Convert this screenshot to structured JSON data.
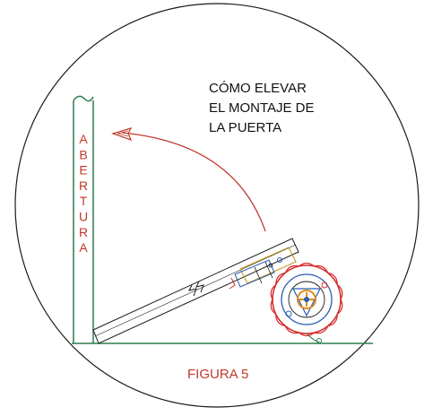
{
  "title_lines": [
    "CÓMO ELEVAR",
    "EL MONTAJE DE",
    "LA PUERTA"
  ],
  "opening_label_letters": [
    "A",
    "B",
    "E",
    "R",
    "T",
    "U",
    "R",
    "A"
  ],
  "figure_label": "FIGURA 5",
  "colors": {
    "outline": "#1a1a1a",
    "frame_green": "#2e7d4f",
    "arrow_red": "#c0392b",
    "label_red": "#c0392b",
    "text": "#111111",
    "gear_red": "#d62828",
    "gear_blue": "#2a5db0",
    "gear_orange": "#e08a1e",
    "bracket_gold": "#c89b2a"
  }
}
